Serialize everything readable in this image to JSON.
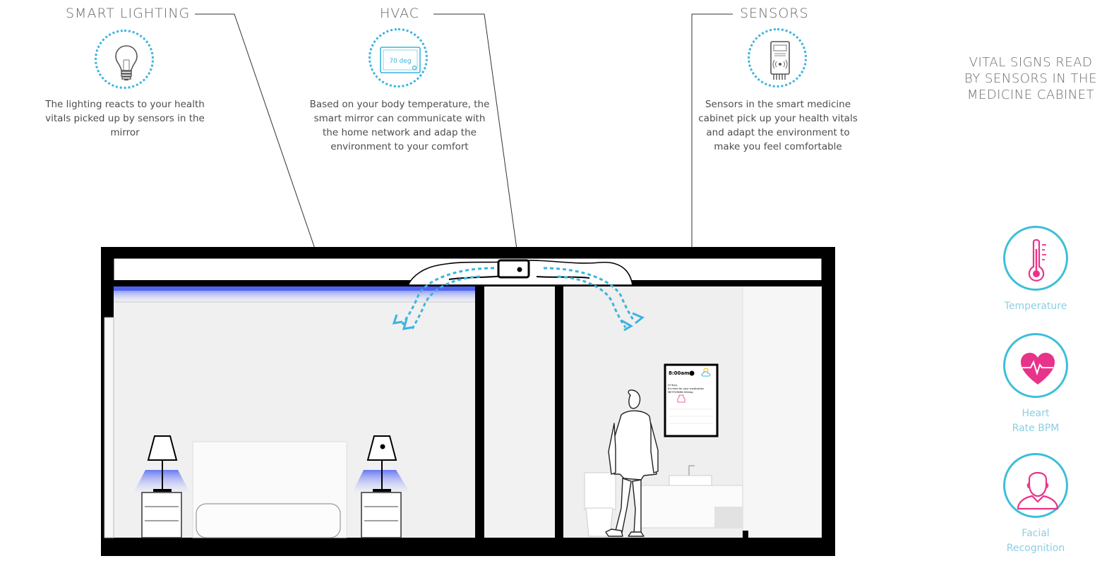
{
  "features": [
    {
      "id": "smart-lighting",
      "title": "SMART LIGHTING",
      "icon": "lightbulb-icon",
      "description": [
        "The lighting reacts to your health",
        "vitals picked up by sensors in the",
        "mirror"
      ]
    },
    {
      "id": "hvac",
      "title": "HVAC",
      "icon": "thermostat-icon",
      "thermostat_display": "70 deg",
      "description": [
        "Based on your body temperature, the",
        "smart mirror can communicate with",
        "the home network and adap the",
        "environment to your comfort"
      ]
    },
    {
      "id": "sensors",
      "title": "SENSORS",
      "icon": "sensor-device-icon",
      "description": [
        "Sensors in the smart medicine",
        "cabinet pick up your health vitals",
        "and adapt the environment to",
        "make you feel comfortable"
      ]
    }
  ],
  "vitals": {
    "title": [
      "VITAL SIGNS READ",
      "BY SENSORS IN THE",
      "MEDICINE CABINET"
    ],
    "items": [
      {
        "icon": "thermometer-icon",
        "label": [
          "Temperature"
        ]
      },
      {
        "icon": "heart-pulse-icon",
        "label": [
          "Heart",
          "Rate BPM"
        ]
      },
      {
        "icon": "face-person-icon",
        "label": [
          "Facial",
          "Recognition"
        ]
      }
    ]
  },
  "mirror_screen": {
    "time": "8:00am",
    "weather_icon": "partly-cloudy-icon",
    "greeting": "Hi Tony,",
    "message": "It's time for your medication",
    "medication": "METFORMIN 500mg"
  },
  "colors": {
    "accent_blue": "#3bb3e0",
    "vital_circle": "#3cbfd9",
    "vital_pink": "#e8338a",
    "lamp_glow": "#4f63f0"
  }
}
